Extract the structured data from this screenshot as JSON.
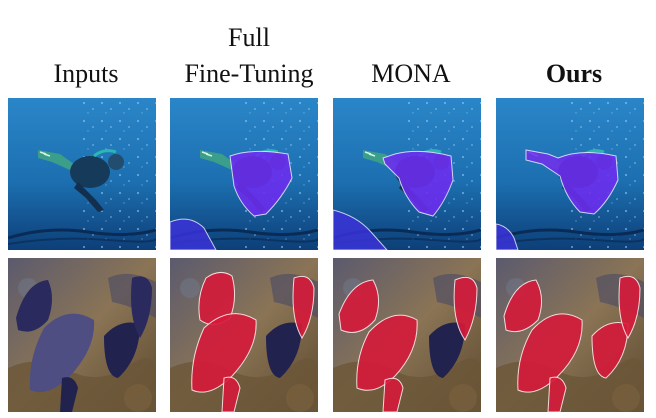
{
  "figure": {
    "columns": [
      {
        "line1": "",
        "line2": "Inputs",
        "bold": false
      },
      {
        "line1": "Full",
        "line2": "Fine-Tuning",
        "bold": false
      },
      {
        "line1": "",
        "line2": "MONA",
        "bold": false
      },
      {
        "line1": "",
        "line2": "Ours",
        "bold": true
      }
    ],
    "rows": [
      {
        "scene": "diver-underwater"
      },
      {
        "scene": "fish-school"
      }
    ],
    "colors": {
      "water": "#1c6fb0",
      "water_dark": "#0d3f78",
      "mask_purple": "#6d2cf0",
      "mask_red": "#d61a3a",
      "fish_dark": "#2a2a5e",
      "coral": "#7d6a4e"
    }
  }
}
